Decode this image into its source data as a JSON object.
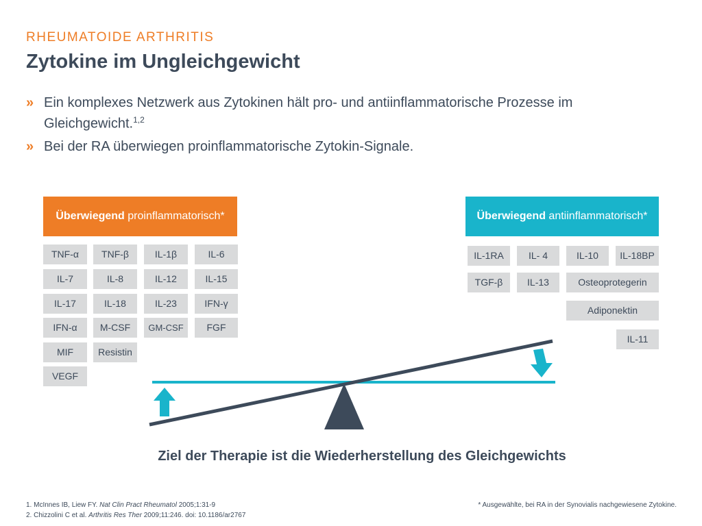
{
  "header": {
    "kicker": "RHEUMATOIDE ARTHRITIS",
    "title": "Zytokine im Ungleichgewicht"
  },
  "bullets": [
    {
      "mark": "»",
      "text": "Ein komplexes Netzwerk aus Zytokinen hält pro- und antiinflammatorische Prozesse im Gleichgewicht.",
      "sup": "1,2"
    },
    {
      "mark": "»",
      "text": "Bei der RA überwiegen proinflammatorische Zytokin-Signale."
    }
  ],
  "pro": {
    "header_bold": "Überwiegend",
    "header_rest": " proinflammatorisch*",
    "color": "#ee7d26",
    "items": [
      "TNF-α",
      "TNF-β",
      "IL-1β",
      "IL-6",
      "IL-7",
      "IL-8",
      "IL-12",
      "IL-15",
      "IL-17",
      "IL-18",
      "IL-23",
      "IFN-γ",
      "IFN-α",
      "M-CSF",
      "GM-CSF",
      "FGF",
      "MIF",
      "Resistin",
      "VEGF"
    ]
  },
  "anti": {
    "header_bold": "Überwiegend",
    "header_rest": " antiinflammatorisch*",
    "color": "#19b4cb",
    "items": [
      "IL-1RA",
      "IL- 4",
      "IL-10",
      "IL-18BP",
      "TGF-β",
      "IL-13",
      "Osteoprotegerin",
      "Adiponektin",
      "IL-11"
    ]
  },
  "balance": {
    "beam_color": "#3d4a5a",
    "level_color": "#19b4cb",
    "fulcrum_color": "#3d4a5a",
    "arrow_color": "#19b4cb"
  },
  "tagline": "Ziel der Therapie ist die Wiederherstellung des Gleichgewichts",
  "footnotes": {
    "ref1_pre": "1. McInnes IB, Liew FY. ",
    "ref1_journal": "Nat Clin Pract Rheumatol",
    "ref1_post": " 2005;1:31-9",
    "ref2_pre": "2. Chizzolini C et al. ",
    "ref2_journal": "Arthritis Res Ther",
    "ref2_post": " 2009;11:246. doi: 10.1186/ar2767",
    "note": "* Ausgewählte, bei RA in der Synovialis nachgewiesene Zytokine."
  }
}
